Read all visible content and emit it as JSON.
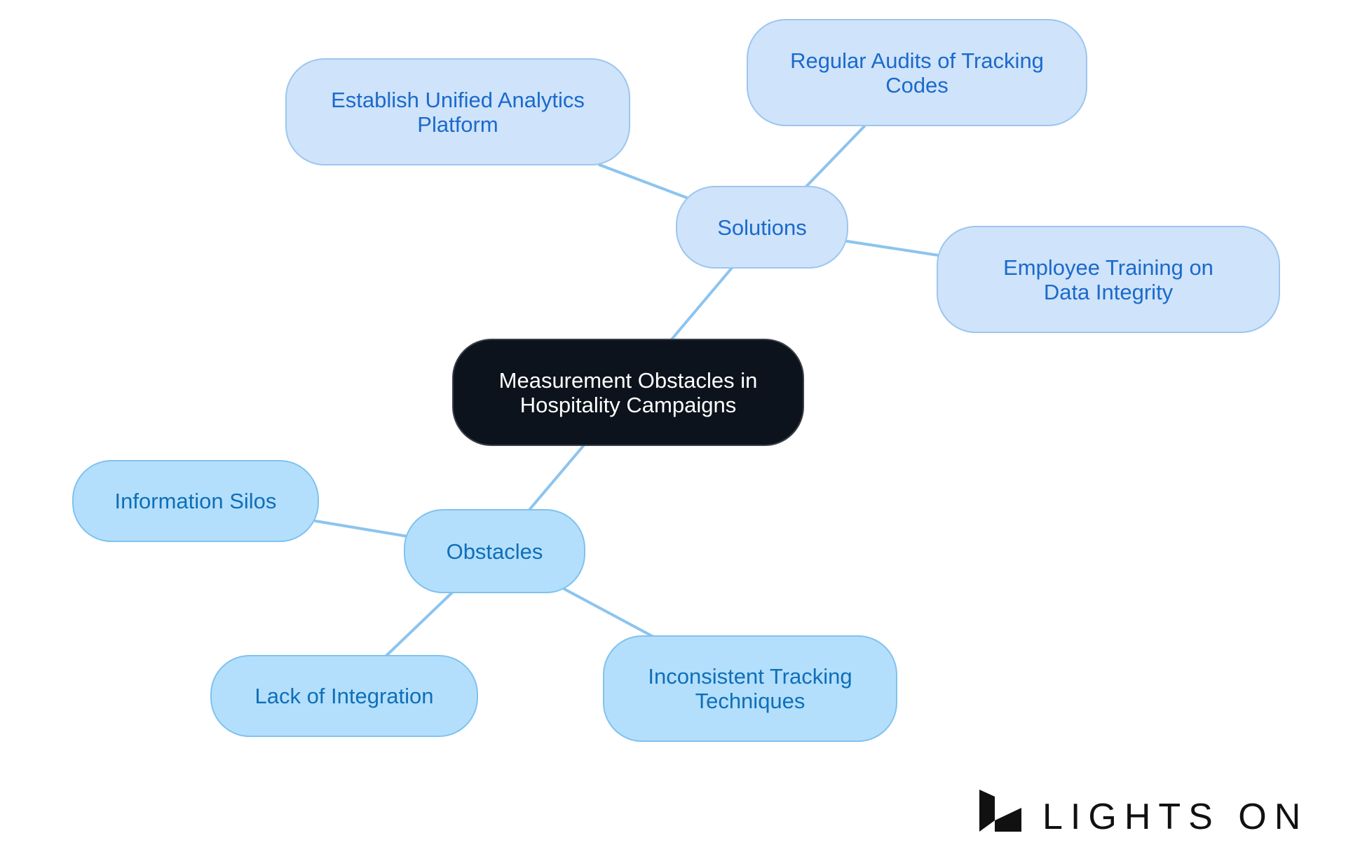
{
  "diagram": {
    "type": "mind-map",
    "root": {
      "label": "Measurement Obstacles in Hospitality Campaigns"
    },
    "branches": [
      {
        "label": "Solutions",
        "children": [
          {
            "label": "Establish Unified Analytics Platform"
          },
          {
            "label": "Regular Audits of Tracking Codes"
          },
          {
            "label": "Employee Training on Data Integrity"
          }
        ]
      },
      {
        "label": "Obstacles",
        "children": [
          {
            "label": "Information Silos"
          },
          {
            "label": "Lack of Integration"
          },
          {
            "label": "Inconsistent Tracking Techniques"
          }
        ]
      }
    ]
  },
  "colors": {
    "root_fill": "#0d131c",
    "solutions_fill": "#cfe3fa",
    "solutions_text": "#1b6acb",
    "obstacles_fill": "#b4dffc",
    "obstacles_text": "#0f6fb8",
    "edge": "#8cc4ee"
  },
  "branding": {
    "logo_text": "LIGHTS ON"
  }
}
